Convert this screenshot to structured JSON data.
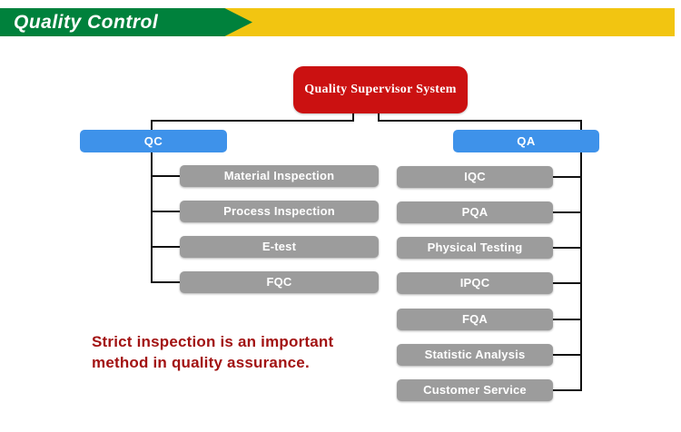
{
  "header": {
    "title": "Quality Control"
  },
  "diagram": {
    "root": {
      "label": "Quality Supervisor System"
    },
    "qc": {
      "label": "QC",
      "children": [
        "Material Inspection",
        "Process Inspection",
        "E-test",
        "FQC"
      ]
    },
    "qa": {
      "label": "QA",
      "children": [
        "IQC",
        "PQA",
        "Physical Testing",
        "IPQC",
        "FQA",
        "Statistic Analysis",
        "Customer Service"
      ]
    }
  },
  "note": {
    "line1": "Strict inspection is an important",
    "line2": "method in quality assurance."
  },
  "colors": {
    "banner_green": "#00813C",
    "banner_yellow": "#F2C511",
    "root_red": "#CB1111",
    "branch_blue": "#3E92EA",
    "node_gray": "#9C9C9C",
    "note_red": "#A21212",
    "connector_black": "#111111"
  }
}
